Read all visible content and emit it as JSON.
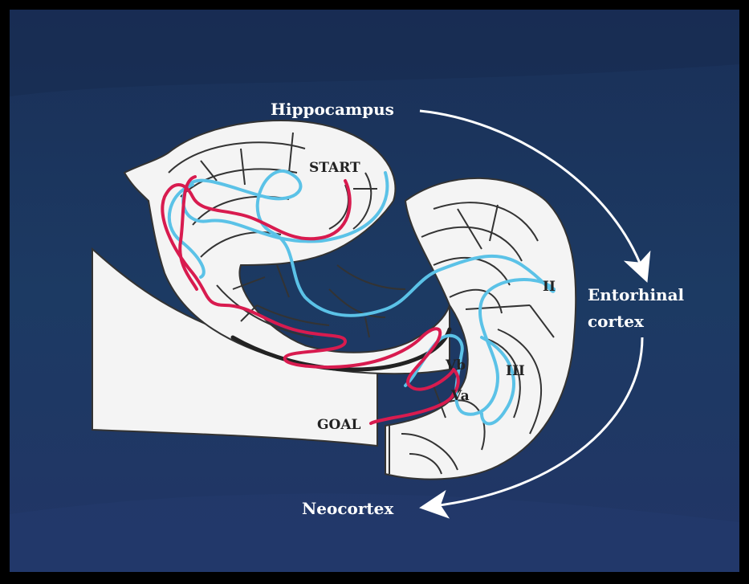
{
  "diagram": {
    "labels": {
      "hippocampus": "Hippocampus",
      "entorhinal_line1": "Entorhinal",
      "entorhinal_line2": "cortex",
      "neocortex": "Neocortex",
      "start": "START",
      "goal": "GOAL",
      "layer_ii": "II",
      "layer_iii": "III",
      "layer_vb": "Vb",
      "layer_va": "Va"
    },
    "colors": {
      "background": "#1b3760",
      "maze_fill": "#f4f4f4",
      "maze_wall": "#333333",
      "path_red": "#d81b4f",
      "path_blue": "#5bc2e7",
      "arrow": "#ffffff"
    }
  }
}
